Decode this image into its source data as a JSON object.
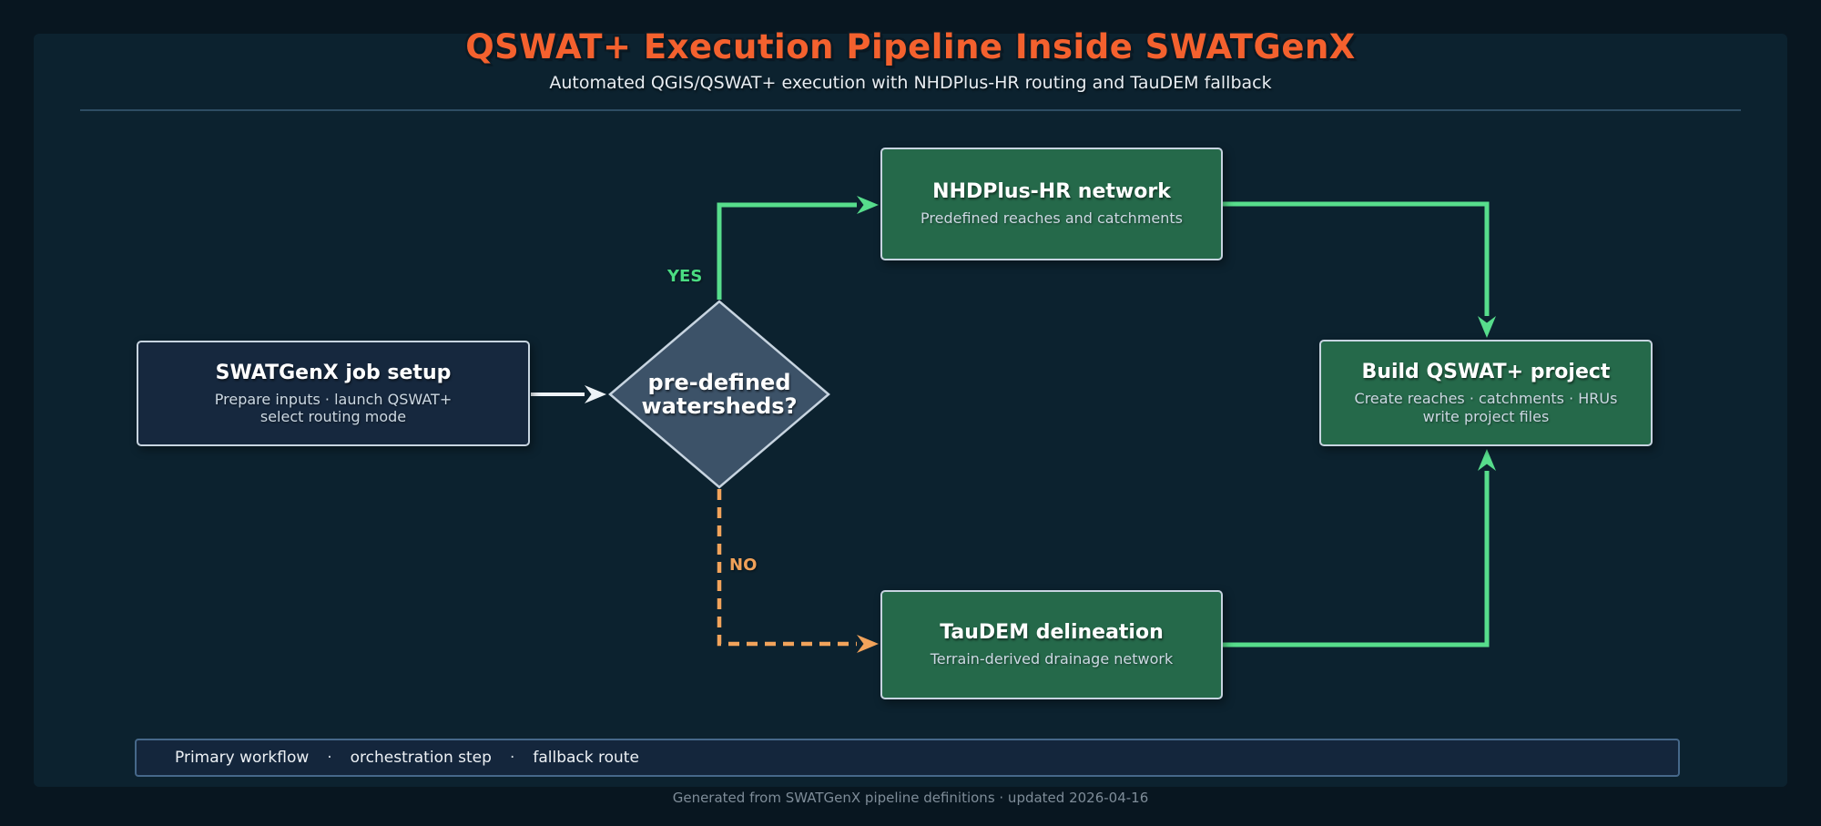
{
  "header": {
    "title": "QSWAT+ Execution Pipeline Inside SWATGenX",
    "subtitle": "Automated QGIS/QSWAT+ execution with NHDPlus-HR routing and TauDEM fallback"
  },
  "nodes": {
    "job_setup": {
      "title": "SWATGenX job setup",
      "subtitle_line1": "Prepare inputs · launch QSWAT+",
      "subtitle_line2": "select routing mode"
    },
    "decision": {
      "line1": "pre-defined",
      "line2": "watersheds?"
    },
    "nhdplus": {
      "title": "NHDPlus-HR network",
      "subtitle": "Predefined reaches and catchments"
    },
    "taudem": {
      "title": "TauDEM delineation",
      "subtitle": "Terrain-derived drainage network"
    },
    "build": {
      "title": "Build QSWAT+ project",
      "subtitle_line1": "Create reaches · catchments · HRUs",
      "subtitle_line2": "write project files"
    }
  },
  "edges": {
    "yes_label": "YES",
    "no_label": "NO"
  },
  "legend": {
    "items": [
      "Primary workflow",
      "orchestration step",
      "fallback route"
    ],
    "separator": "·"
  },
  "footer": {
    "text": "Generated from SWATGenX pipeline definitions · updated 2026-04-16"
  },
  "colors": {
    "background_outer": "#081620",
    "background_panel": "#0c222f",
    "title_orange": "#f4612e",
    "divider": "#2e4d63",
    "process_box_fill": "#25694a",
    "start_box_fill": "#16283e",
    "decision_fill": "#3c5268",
    "box_border": "#c7d4e0",
    "primary_arrow_green": "#57dd8c",
    "fallback_arrow_orange": "#f2a35b",
    "orchestration_arrow_white": "#eef3f7",
    "yes_label_green": "#4adc82",
    "no_label_orange": "#f0a159",
    "legend_fill": "#14263c",
    "legend_border": "#46688a",
    "footer_text": "#7e8c98"
  }
}
